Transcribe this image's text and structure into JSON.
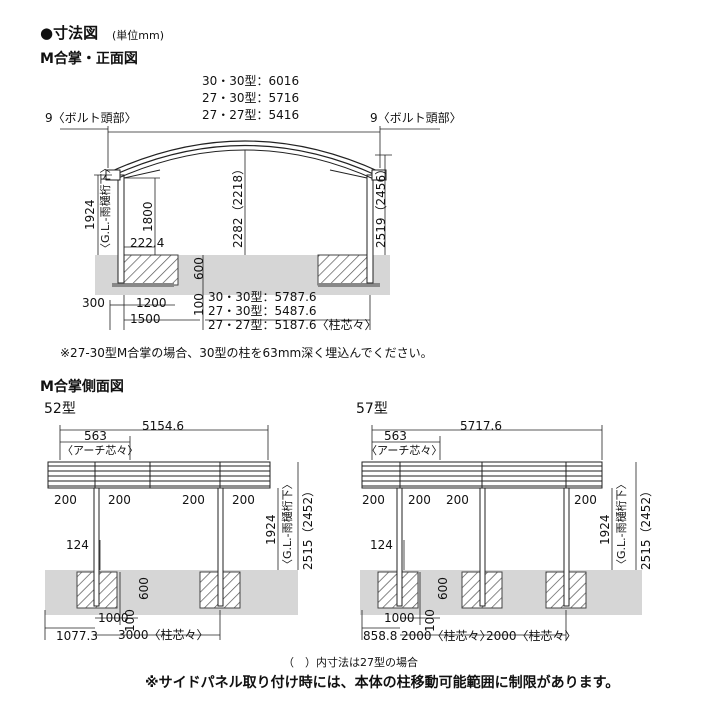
{
  "header": {
    "title": "●寸法図",
    "unit": "(単位mm)"
  },
  "front": {
    "title": "M合掌・正面図",
    "widths": [
      "30・30型：6016",
      "27・30型：5716",
      "27・27型：5416"
    ],
    "bolt_left": "9〈ボルト頭部〉",
    "bolt_right": "9〈ボルト頭部〉",
    "h_1924": "1924",
    "h_gl": "〈G.L.-雨樋桁下〉",
    "h_1800": "1800",
    "d_222": "222.4",
    "h_2282": "2282（2218）",
    "h_2519": "2519（2456）",
    "d_600": "600",
    "d_100": "100",
    "d_300": "300",
    "d_1200": "1200",
    "d_1500": "1500",
    "spans": [
      "30・30型：5787.6",
      "27・30型：5487.6",
      "27・27型：5187.6〈柱芯々〉"
    ],
    "note": "※27-30型M合掌の場合、30型の柱を63mm深く埋込んでください。"
  },
  "side": {
    "title": "M合掌側面図",
    "s52": {
      "label": "52型",
      "d_563": "563",
      "arch": "〈アーチ芯々〉",
      "total": "5154.6",
      "d_200a": "200",
      "d_200b": "200",
      "d_200c": "200",
      "d_200d": "200",
      "d_124": "124",
      "d_1924": "1924",
      "gl": "〈G.L.-雨樋桁下〉",
      "h_2515": "2515（2452）",
      "d_600": "600",
      "d_100": "100",
      "d_1000": "1000",
      "d_1077": "1077.3",
      "d_3000": "3000〈柱芯々〉"
    },
    "s57": {
      "label": "57型",
      "d_563": "563",
      "arch": "〈アーチ芯々〉",
      "total": "5717.6",
      "d_200a": "200",
      "d_200b": "200",
      "d_200c": "200",
      "d_200d": "200",
      "d_124": "124",
      "d_1924": "1924",
      "gl": "〈G.L.-雨樋桁下〉",
      "h_2515": "2515（2452）",
      "d_600": "600",
      "d_100": "100",
      "d_1000": "1000",
      "d_858": "858.8",
      "d_2000a": "2000〈柱芯々〉",
      "d_2000b": "2000〈柱芯々〉"
    }
  },
  "footer": {
    "note1": "（　）内寸法は27型の場合",
    "note2": "※サイドパネル取り付け時には、本体の柱移動可能範囲に制限があります。"
  },
  "colors": {
    "ground": "#d6d6d6",
    "line": "#222222",
    "hatch": "#666666"
  }
}
